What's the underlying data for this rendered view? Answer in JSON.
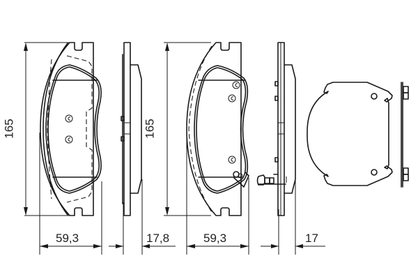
{
  "drawing": {
    "subject": "brake pad set technical dimension drawing",
    "line_color": "#1a1a1a",
    "background": "#ffffff",
    "views": [
      {
        "id": "pad-1-front",
        "type": "pad outline with wear indicator dashed line and two sensor marks"
      },
      {
        "id": "pad-1-side",
        "type": "side profile"
      },
      {
        "id": "pad-2-front",
        "type": "pad outline with three marks and wear sensor clip"
      },
      {
        "id": "pad-2-side",
        "type": "side profile with wear sensor clip"
      },
      {
        "id": "shim-front",
        "type": "anti-noise shim"
      },
      {
        "id": "shim-side",
        "type": "shim side profile with tabs"
      }
    ]
  },
  "dimensions": {
    "pad1_height": "165",
    "pad1_width": "59,3",
    "pad1_thickness": "17,8",
    "pad2_height": "165",
    "pad2_width": "59,3",
    "pad2_thickness": "17"
  }
}
